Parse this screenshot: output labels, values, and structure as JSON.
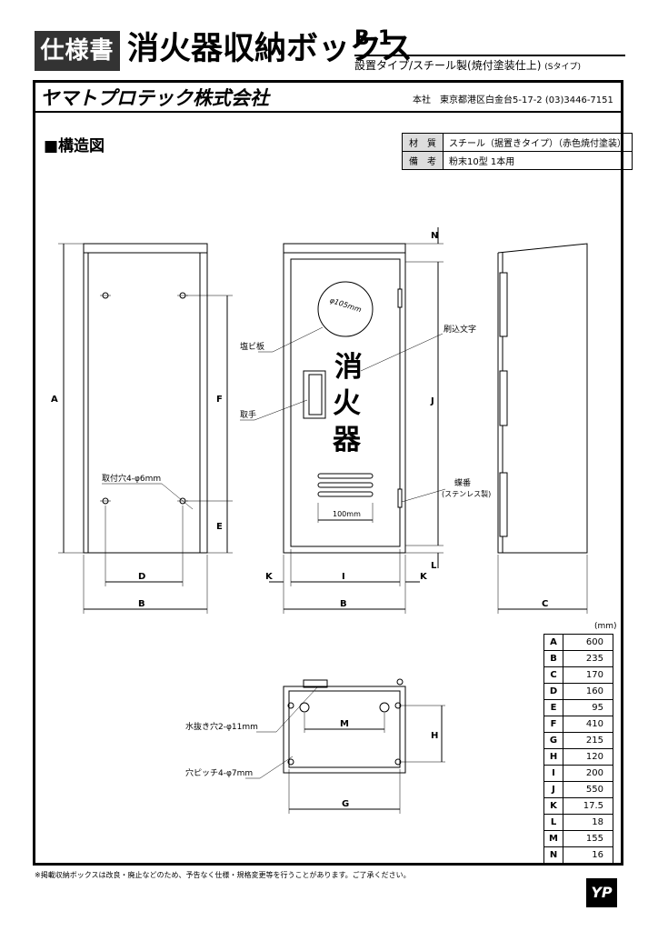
{
  "header": {
    "badge": "仕様書",
    "title": "消火器収納ボックス",
    "code": "B-1",
    "subtitle": "設置タイプ/スチール製(焼付塗装仕上)",
    "subtitle_type": "(Sタイプ)"
  },
  "company": {
    "name": "ヤマトプロテック株式会社",
    "address": "本社　東京都港区白金台5-17-2 (03)3446-7151"
  },
  "section_title": "■構造図",
  "spec_rows": [
    {
      "label": "材　質",
      "value": "スチール（据置きタイプ）（赤色焼付塗装）"
    },
    {
      "label": "備　考",
      "value": "粉末10型 1本用"
    }
  ],
  "drawing": {
    "circle_label": "φ105mm",
    "vinyl_plate": "塩ビ板",
    "handle": "取手",
    "print_label": "刷込文字",
    "door_text_1": "消",
    "door_text_2": "火",
    "door_text_3": "器",
    "hinge": "蝶番",
    "hinge_sub": "(ステンレス製)",
    "mount_hole": "取付穴4-φ6mm",
    "vent_width": "100mm",
    "drain_hole": "水抜き穴2-φ11mm",
    "pitch_hole": "穴ピッチ4-φ7mm",
    "letters": {
      "A": "A",
      "B": "B",
      "C": "C",
      "D": "D",
      "E": "E",
      "F": "F",
      "G": "G",
      "H": "H",
      "I": "I",
      "J": "J",
      "K": "K",
      "L": "L",
      "M": "M",
      "N": "N"
    }
  },
  "dimensions_unit": "(mm)",
  "dimensions": [
    {
      "key": "A",
      "value": "600"
    },
    {
      "key": "B",
      "value": "235"
    },
    {
      "key": "C",
      "value": "170"
    },
    {
      "key": "D",
      "value": "160"
    },
    {
      "key": "E",
      "value": "95"
    },
    {
      "key": "F",
      "value": "410"
    },
    {
      "key": "G",
      "value": "215"
    },
    {
      "key": "H",
      "value": "120"
    },
    {
      "key": "I",
      "value": "200"
    },
    {
      "key": "J",
      "value": "550"
    },
    {
      "key": "K",
      "value": "17.5"
    },
    {
      "key": "L",
      "value": "18"
    },
    {
      "key": "M",
      "value": "155"
    },
    {
      "key": "N",
      "value": "16"
    }
  ],
  "footnote": "※掲載収納ボックスは改良・廃止などのため、予告なく仕様・規格変更等を行うことがあります。ご了承ください。",
  "logo_text": "YP"
}
